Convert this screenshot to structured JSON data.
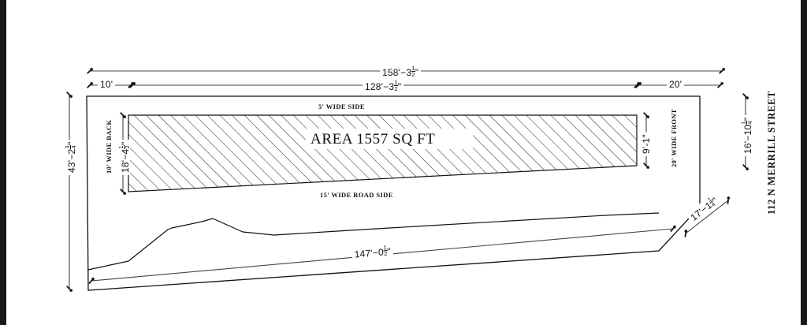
{
  "document": {
    "type": "plot-plan",
    "title_text": "112 N MERRILL STREET",
    "area_label": "AREA 1557 SQ FT",
    "paper_color": "#ffffff",
    "ink_color": "#111111",
    "letterbox_color": "#16181c"
  },
  "dimensions": {
    "top_overall": {
      "feet": "158'",
      "inches": "3",
      "frac_num": "1",
      "frac_den": "2",
      "text": "158'-3 1/2\""
    },
    "top_inner": {
      "feet": "128'",
      "inches": "3",
      "frac_num": "1",
      "frac_den": "2",
      "text": "128'-3 1/2\""
    },
    "top_left_offset": {
      "text": "10'"
    },
    "top_right_offset": {
      "text": "20'"
    },
    "left_overall": {
      "feet": "43'",
      "inches": "2",
      "frac_num": "3",
      "frac_den": "4",
      "text": "43'-2 3/4\""
    },
    "building_left_height": {
      "feet": "18'",
      "inches": "4",
      "frac_num": "1",
      "frac_den": "2",
      "text": "18'-4 1/2\""
    },
    "building_right_height": {
      "text": "9'-1\""
    },
    "right_side": {
      "feet": "16'",
      "inches": "10",
      "frac_num": "1",
      "frac_den": "4",
      "text": "16'-10 1/4\""
    },
    "chamfer": {
      "feet": "17'",
      "inches": "1",
      "frac_num": "1",
      "frac_den": "4",
      "text": "17'-1 1/4\""
    },
    "bottom_overall": {
      "feet": "147'",
      "inches": "0",
      "frac_num": "1",
      "frac_den": "2",
      "text": "147'-0 1/2\""
    }
  },
  "setbacks": {
    "side_top": "5' WIDE SIDE",
    "road_side_bottom": "15' WIDE ROAD SIDE",
    "back_left": "10' WIDE BACK",
    "front_right": "20' WIDE FRONT"
  },
  "street_name": "112 N MERRILL STREET"
}
